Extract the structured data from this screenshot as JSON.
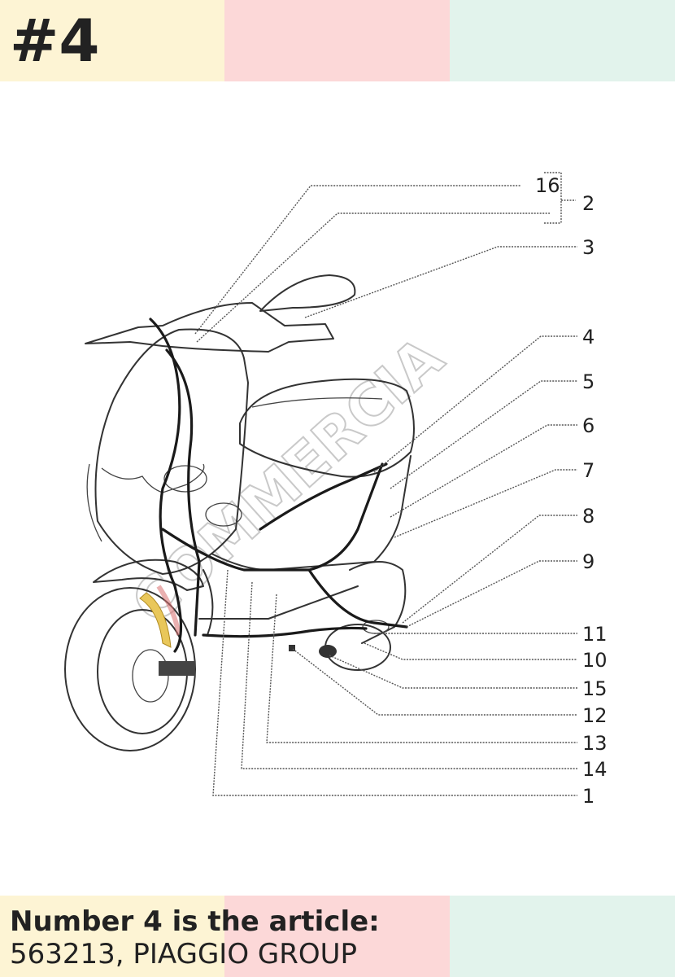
{
  "header": {
    "badge": "#4"
  },
  "diagram": {
    "callouts": [
      "16",
      "2",
      "3",
      "4",
      "5",
      "6",
      "7",
      "8",
      "9",
      "11",
      "10",
      "15",
      "12",
      "13",
      "14",
      "1"
    ],
    "watermark": "COMMERCIA"
  },
  "footer": {
    "title": "Number 4 is the article:",
    "article": "563213, PIAGGIO GROUP"
  },
  "colors": {
    "band_yellow": "#fdf4d4",
    "band_pink": "#fcd8d8",
    "band_mint": "#e2f3ec",
    "text": "#222222"
  }
}
